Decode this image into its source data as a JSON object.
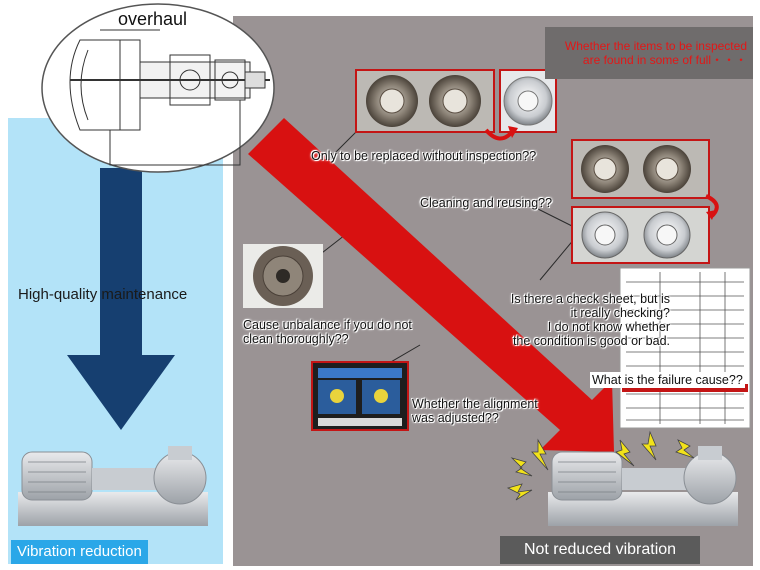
{
  "header": {
    "overhaul_title": "overhaul"
  },
  "left": {
    "maintenance_label": "High-quality maintenance",
    "result_label": "Vibration reduction"
  },
  "right": {
    "inspection_note": [
      "Whether the items to be inspected",
      "are found in some of full・・・"
    ],
    "replaced_question": "Only to be replaced without inspection??",
    "cleaning_question": "Cleaning and reusing??",
    "unbalance_note": [
      "Cause unbalance if you do not",
      "clean thoroughly??"
    ],
    "check_sheet_question": [
      "Is there a check sheet, but is",
      "it really checking?",
      "I do not know whether",
      "the condition is good or bad."
    ],
    "failure_question": "What is the failure cause??",
    "alignment_question": [
      "Whether the alignment",
      "was adjusted??"
    ],
    "result_label": "Not reduced vibration"
  },
  "colors": {
    "left_panel": "#b3e3f8",
    "right_panel": "#9a9394",
    "dark_blue_arrow": "#163f70",
    "red_arrow": "#d81111",
    "badge_blue": "#2aa7e8",
    "badge_gray": "#5b5b5b",
    "note_red_text": "#e31717"
  },
  "icons": {
    "pump_drawing": "pump-cross-section-drawing",
    "bearings": "bearing-photo",
    "impeller": "impeller-photo",
    "alignment_tool": "alignment-tool-photo",
    "check_sheet": "check-sheet-document",
    "pump_photo": "pump-motor-photo",
    "vibration": "lightning-bolt-icon"
  }
}
